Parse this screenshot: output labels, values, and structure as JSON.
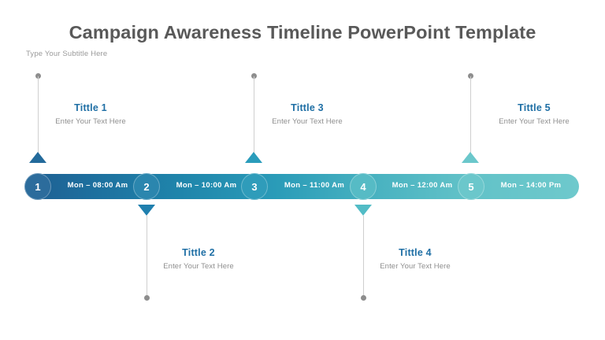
{
  "header": {
    "title": "Campaign Awareness Timeline PowerPoint Template",
    "subtitle": "Type Your Subtitle Here"
  },
  "theme": {
    "title_color": "#595959",
    "subtitle_color": "#9a9a9a",
    "heading_color": "#1f6fa5",
    "body_color": "#8e8e8e",
    "stem_color": "#cfcfcf",
    "dot_color": "#8d8d8d",
    "bar_start_color": "#1f5f92",
    "bar_end_color": "#6ec9cc",
    "label_color": "#ffffff"
  },
  "timeline": {
    "milestones": [
      {
        "number": "1",
        "time_label": "Mon – 08:00 Am",
        "heading": "Tittle 1",
        "body": "Enter Your Text Here",
        "position": "above",
        "node_color": "#2c6c9c",
        "marker_color": "#236a9b"
      },
      {
        "number": "2",
        "time_label": "Mon – 10:00 Am",
        "heading": "Tittle 2",
        "body": "Enter Your Text Here",
        "position": "below",
        "node_color": "#2b86ae",
        "marker_color": "#1f7fae"
      },
      {
        "number": "3",
        "time_label": "Mon – 11:00 Am",
        "heading": "Tittle 3",
        "body": "Enter Your Text Here",
        "position": "above",
        "node_color": "#2f9cba",
        "marker_color": "#2a9cbb"
      },
      {
        "number": "4",
        "time_label": "Mon – 12:00 Am",
        "heading": "Tittle 4",
        "body": "Enter Your Text Here",
        "position": "below",
        "node_color": "#56bbc5",
        "marker_color": "#52bcc6"
      },
      {
        "number": "5",
        "time_label": "Mon – 14:00 Pm",
        "heading": "Tittle 5",
        "body": "Enter Your Text Here",
        "position": "above",
        "node_color": "#6bc7cb",
        "marker_color": "#6bc7cb"
      }
    ]
  }
}
